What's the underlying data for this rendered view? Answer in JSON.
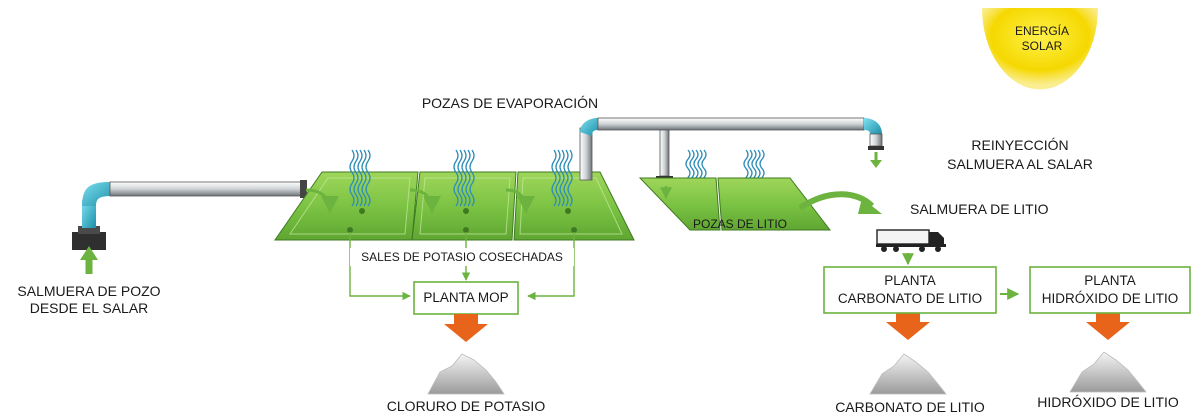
{
  "sun": {
    "line1": "ENERGÍA",
    "line2": "SOLAR",
    "color": "#f5d800"
  },
  "labels": {
    "evaporation_ponds": "POZAS DE EVAPORACIÓN",
    "reinjection_line1": "REINYECCIÓN",
    "reinjection_line2": "SALMUERA AL SALAR",
    "lithium_brine": "SALMUERA DE LITIO",
    "lithium_ponds": "POZAS DE LITIO",
    "harvested_salts": "SALES DE POTASIO COSECHADAS",
    "well_brine_line1": "SALMUERA DE POZO",
    "well_brine_line2": "DESDE EL SALAR"
  },
  "plants": {
    "mop": "PLANTA MOP",
    "carbonate_line1": "PLANTA",
    "carbonate_line2": "CARBONATO DE LITIO",
    "hydroxide_line1": "PLANTA",
    "hydroxide_line2": "HIDRÓXIDO DE LITIO"
  },
  "products": {
    "potassium_chloride": "CLORURO DE POTASIO",
    "lithium_carbonate": "CARBONATO DE LITIO",
    "lithium_hydroxide": "HIDRÓXIDO DE LITIO"
  },
  "colors": {
    "pond_green": "#7cc242",
    "flow_green": "#6cb33f",
    "arrow_orange": "#e8641b",
    "pipe_teal": "#2aa9c4",
    "wave_blue": "#2f8fb8"
  }
}
